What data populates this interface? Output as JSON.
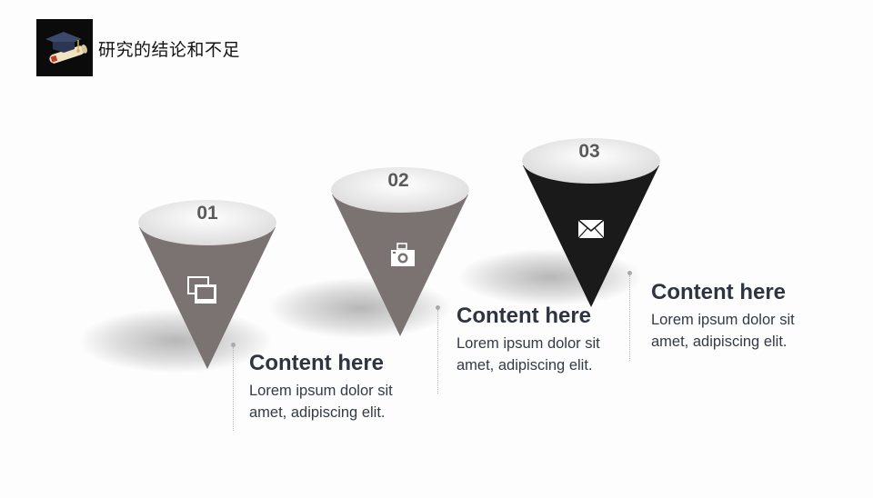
{
  "header": {
    "title": "研究的结论和不足"
  },
  "colors": {
    "cone_gray": "#7a7372",
    "cone_black": "#1a1a1a",
    "cap_light": "#f2f2f2",
    "heading": "#2e3440"
  },
  "items": [
    {
      "number": "01",
      "icon": "photos-icon",
      "heading": "Content here",
      "body_line1": "Lorem ipsum dolor sit",
      "body_line2": "amet, adipiscing elit."
    },
    {
      "number": "02",
      "icon": "camera-icon",
      "heading": "Content here",
      "body_line1": "Lorem ipsum dolor sit",
      "body_line2": "amet, adipiscing elit."
    },
    {
      "number": "03",
      "icon": "envelope-icon",
      "heading": "Content here",
      "body_line1": "Lorem ipsum dolor sit",
      "body_line2": "amet, adipiscing elit."
    }
  ]
}
